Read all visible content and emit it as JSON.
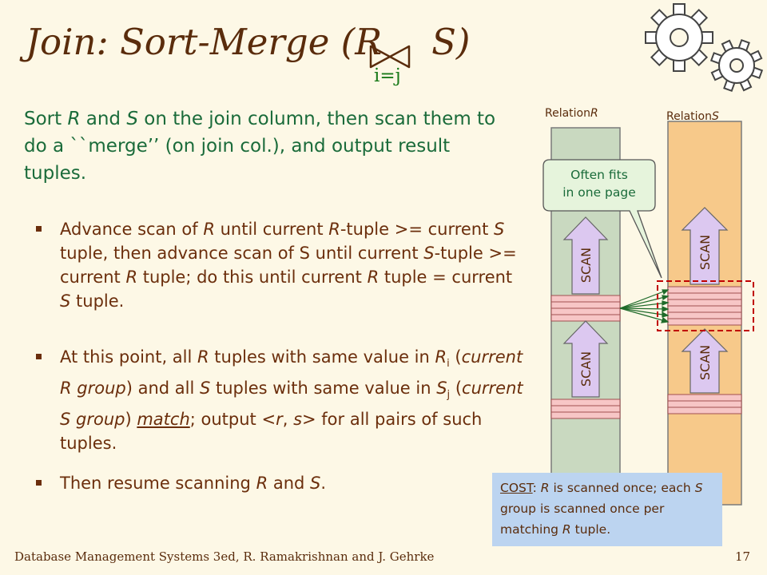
{
  "slide": {
    "title_prefix": "Join: Sort-Merge (R",
    "title_suffix": "S)",
    "join_condition": "i=j"
  },
  "intro": {
    "pre1": "Sort ",
    "r": "R",
    "mid1": " and ",
    "s": "S",
    "post1": " on the join column, then scan them to do a ``merge’’ (on join col.), and output result tuples."
  },
  "bullets": {
    "b1": {
      "t1": "Advance scan of ",
      "r1": "R",
      "t2": " until current ",
      "r2": "R",
      "t3": "-tuple >= current ",
      "s1": "S",
      "t4": " tuple, then advance scan of S until current ",
      "s2": "S",
      "t5": "-tuple >= current ",
      "r3": "R",
      "t6": " tuple; do this until current ",
      "r4": "R",
      "t7": " tuple = current ",
      "s3": "S",
      "t8": " tuple."
    },
    "b2": {
      "t1": "At this point, all ",
      "r1": "R",
      "t2": " tuples with same value in ",
      "r2": "R",
      "sub_i": "i",
      "t3": " (",
      "g1": "current R group",
      "t4": ") and all ",
      "s1": "S",
      "t5": " tuples with same value in ",
      "s2": "S",
      "sub_j": "j",
      "t6": " (",
      "g2": "current S group",
      "t7": ") ",
      "match": "match",
      "t8": "; output <",
      "r": "r",
      "t9": ", ",
      "s": "s",
      "t10": "> for all pairs of such tuples."
    },
    "b3": {
      "t1": "Then resume scanning ",
      "r": "R",
      "t2": " and ",
      "s": "S",
      "t3": "."
    }
  },
  "diagram": {
    "relation_r_prefix": "Relation",
    "relation_r_name": "R",
    "relation_s_prefix": "Relation",
    "relation_s_name": "S",
    "callout": [
      "Often fits",
      "in one page"
    ],
    "scan_label": "SCAN",
    "colors": {
      "r_column": "#c9d9c0",
      "s_column": "#f7c98a",
      "rows": "#f7c6c6",
      "scan_arrow": "#dcc8f0",
      "dashed_box": "#c00000",
      "arrows": "#1f6b2a"
    }
  },
  "cost": {
    "label": "COST",
    "t1": ":  ",
    "r": "R",
    "t2": " is scanned once; each ",
    "s": "S",
    "t3": " group is scanned once per matching ",
    "r2": "R",
    "t4": " tuple."
  },
  "footer": {
    "left": "Database Management Systems 3ed,  R. Ramakrishnan and J. Gehrke",
    "page": "17"
  },
  "decor": {
    "icon": "gears-icon"
  }
}
